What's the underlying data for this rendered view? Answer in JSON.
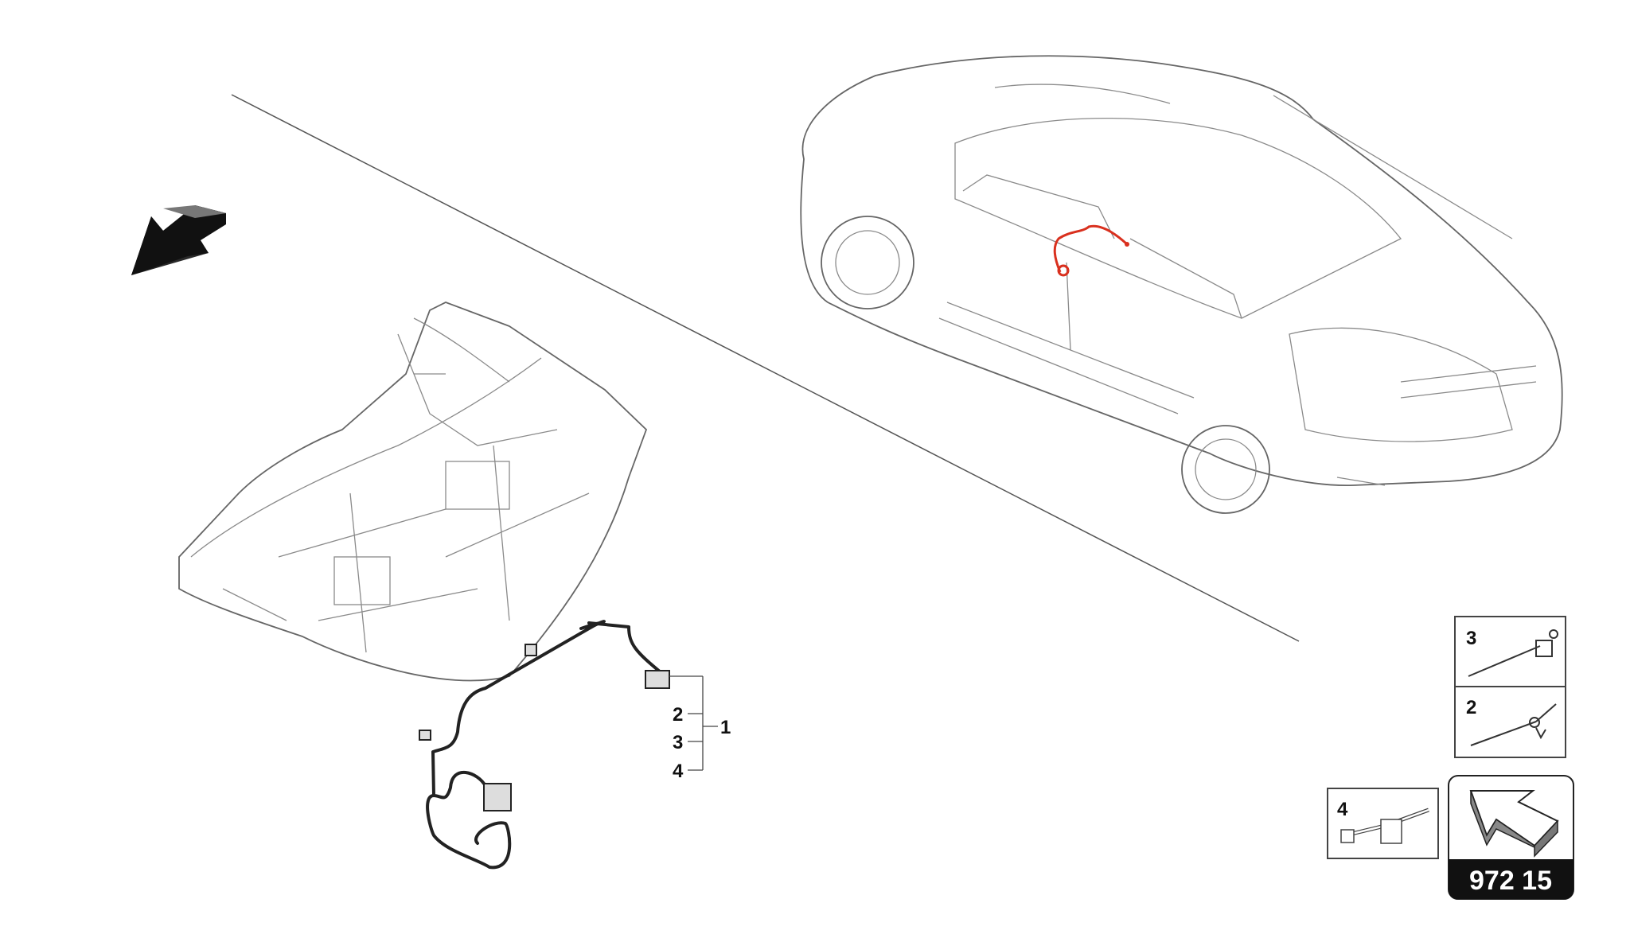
{
  "diagram": {
    "callouts": {
      "main": "1",
      "sub": [
        "2",
        "3",
        "4"
      ]
    },
    "detail_boxes": [
      {
        "label": "3",
        "part": "cable-tie-with-clip"
      },
      {
        "label": "2",
        "part": "cable-tie-with-anchor"
      },
      {
        "label": "4",
        "part": "cable-clip-holder"
      }
    ],
    "page_code": "972 15",
    "colors": {
      "highlight": "#d9301e",
      "line": "#666666",
      "code_bg": "#111111"
    },
    "icons": [
      "direction-arrow-icon",
      "next-page-arrow-icon"
    ]
  }
}
